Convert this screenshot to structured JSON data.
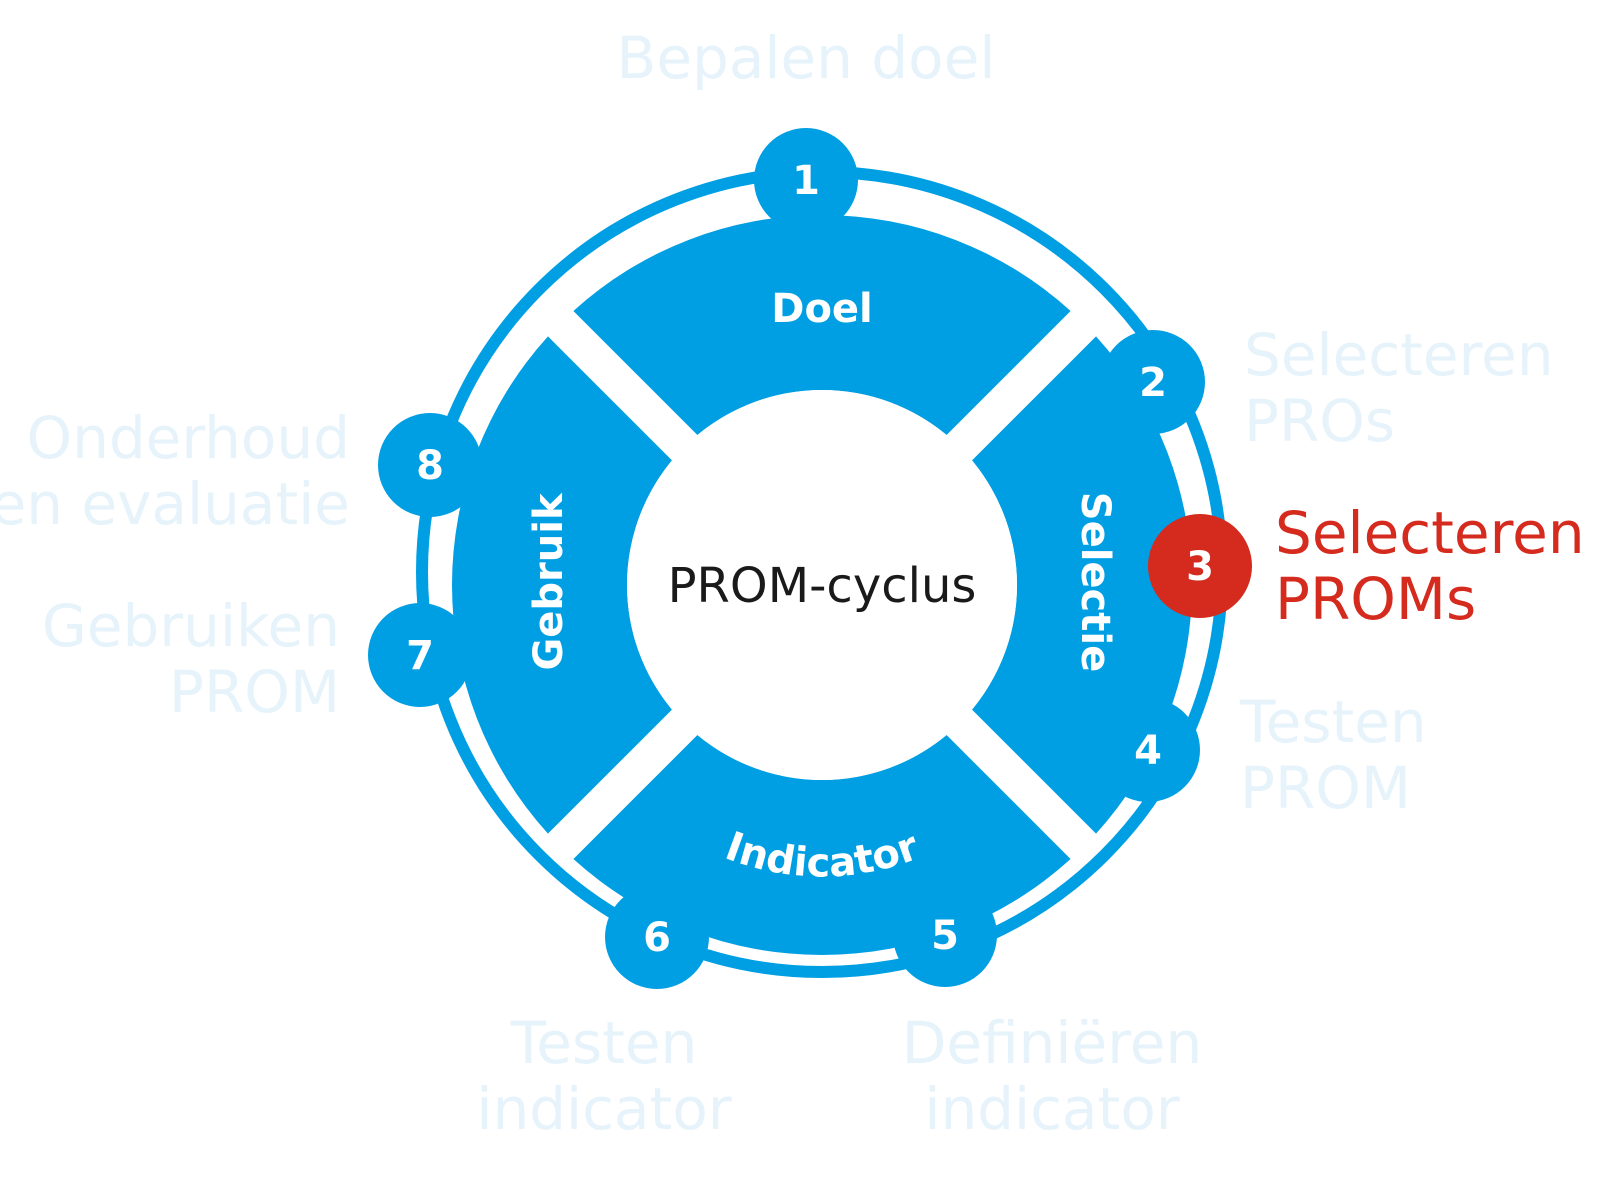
{
  "diagram": {
    "center_label": "PROM-cyclus",
    "phases": {
      "top": "Doel",
      "right": "Selectie",
      "bottom": "Indicator",
      "left": "Gebruik"
    },
    "steps": [
      {
        "number": "1",
        "lines": [
          "Bepalen doel"
        ],
        "active": false
      },
      {
        "number": "2",
        "lines": [
          "Selecteren",
          "PROs"
        ],
        "active": false
      },
      {
        "number": "3",
        "lines": [
          "Selecteren",
          "PROMs"
        ],
        "active": true
      },
      {
        "number": "4",
        "lines": [
          "Testen",
          "PROM"
        ],
        "active": false
      },
      {
        "number": "5",
        "lines": [
          "Definiëren",
          "indicator"
        ],
        "active": false
      },
      {
        "number": "6",
        "lines": [
          "Testen",
          "indicator"
        ],
        "active": false
      },
      {
        "number": "7",
        "lines": [
          "Gebruiken",
          "PROM"
        ],
        "active": false
      },
      {
        "number": "8",
        "lines": [
          "Onderhoud",
          "en evaluatie"
        ],
        "active": false
      }
    ],
    "colors": {
      "ring_blue": "#009fe3",
      "active_red": "#d52b1e",
      "inactive_label": "#e6f3fb",
      "active_label": "#d52b1e"
    }
  }
}
